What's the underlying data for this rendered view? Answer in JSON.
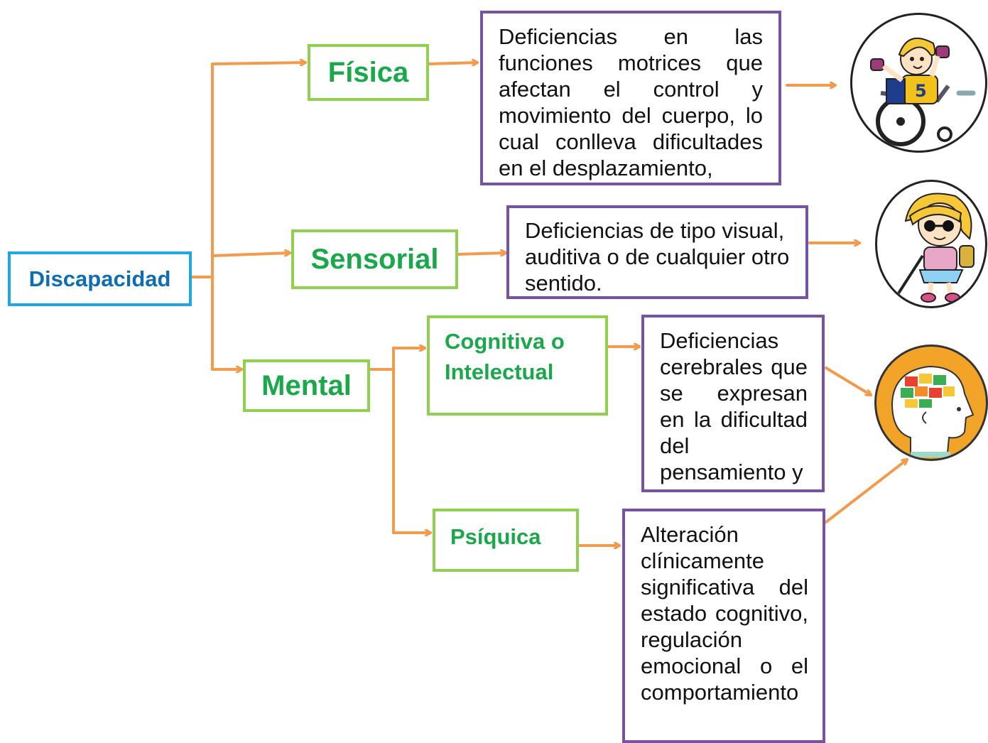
{
  "root": {
    "label": "Discapacidad"
  },
  "categories": {
    "fisica": "Física",
    "sensorial": "Sensorial",
    "mental": "Mental",
    "cognitiva": "Cognitiva o Intelectual",
    "psiquica": "Psíquica"
  },
  "definitions": {
    "fisica": "Deficiencias en las funciones motrices que afectan el control y movimiento del cuerpo, lo cual conlleva dificultades en el desplazamiento,",
    "sensorial": "Deficiencias de tipo visual, auditiva o de cualquier otro sentido.",
    "cognitiva": "Deficiencias cerebrales que se expresan en la dificultad del pensamiento y",
    "psiquica": "Alteración clínicamente significativa del estado cognitivo, regulación emocional o el comportamiento"
  },
  "illustrations": {
    "fisica": "wheelchair-athlete-icon",
    "sensorial": "blind-girl-cane-icon",
    "mental": "puzzle-brain-head-icon"
  },
  "colors": {
    "root_border": "#1ea7e1",
    "root_text": "#0f6db2",
    "category_border": "#8fd14f",
    "category_text": "#1aa84a",
    "definition_border": "#7a52a3",
    "arrow": "#f39a4c"
  }
}
